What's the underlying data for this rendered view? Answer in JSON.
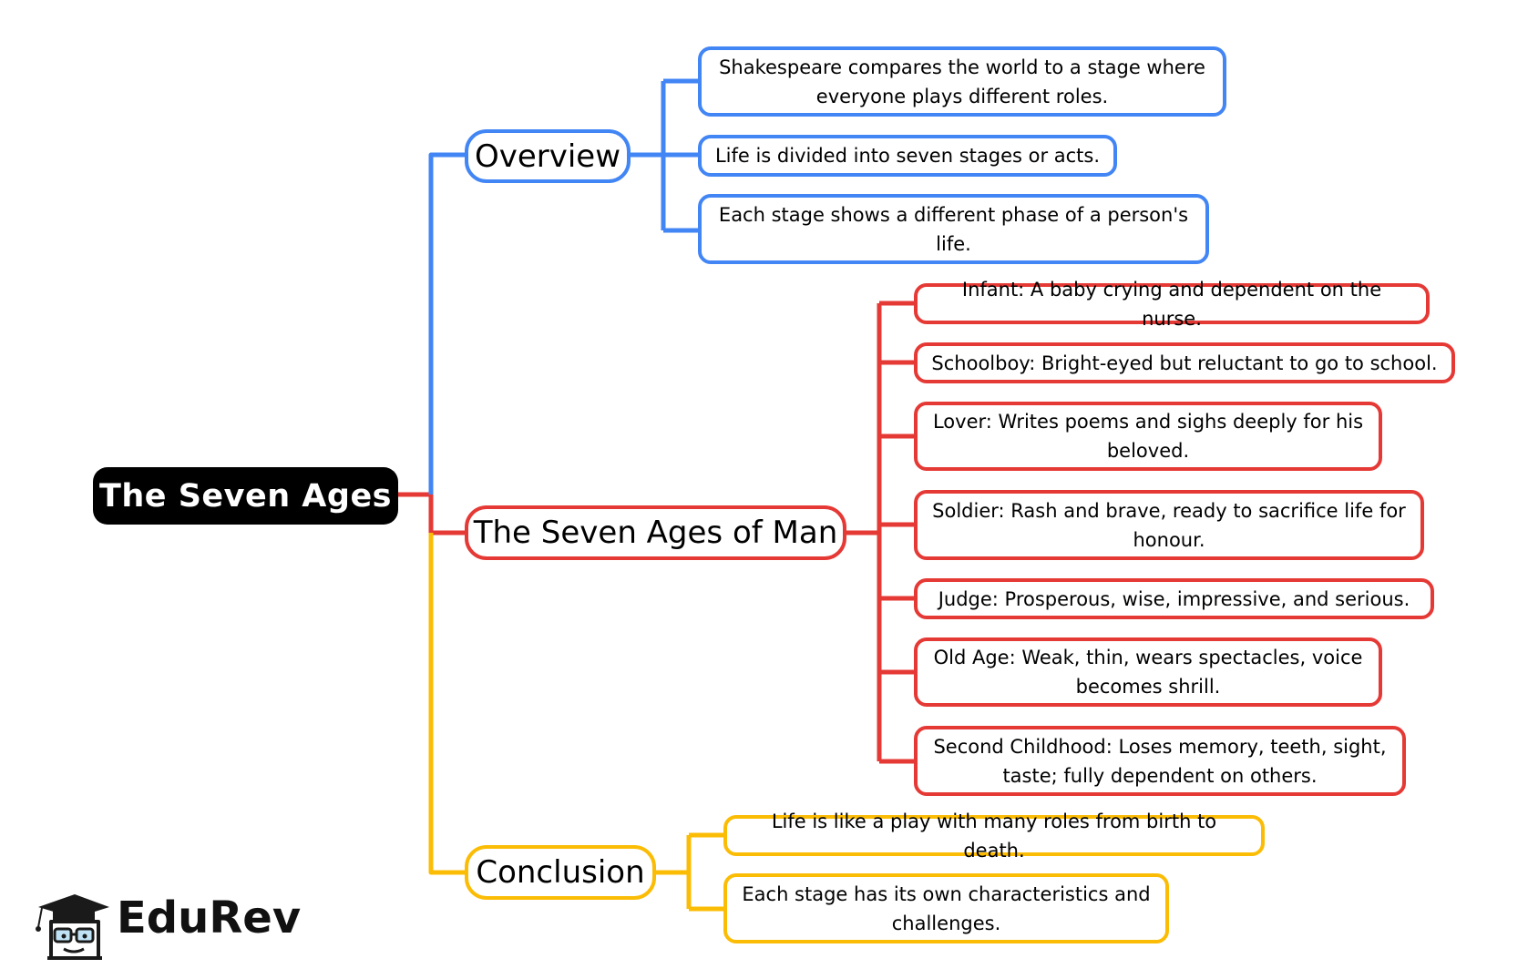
{
  "root": {
    "label": "The Seven Ages"
  },
  "colors": {
    "overview": "#4285f4",
    "ages": "#e53935",
    "conclusion": "#fbbc05",
    "root": "#000000"
  },
  "overview": {
    "label": "Overview",
    "items": [
      "Shakespeare compares the world to a stage where everyone plays different roles.",
      "Life is divided into seven stages or acts.",
      "Each stage shows a different phase of a person's life."
    ]
  },
  "ages": {
    "label": "The Seven Ages of Man",
    "items": [
      "Infant: A baby crying and dependent on the nurse.",
      "Schoolboy: Bright-eyed but reluctant to go to school.",
      "Lover: Writes poems and sighs deeply for his beloved.",
      "Soldier: Rash and brave, ready to sacrifice life for honour.",
      "Judge: Prosperous, wise, impressive, and serious.",
      "Old Age: Weak, thin, wears spectacles, voice becomes shrill.",
      "Second Childhood: Loses memory, teeth, sight, taste; fully dependent on others."
    ]
  },
  "conclusion": {
    "label": "Conclusion",
    "items": [
      "Life is like a play with many roles from birth to death.",
      "Each stage has its own characteristics and challenges."
    ]
  },
  "brand": {
    "name": "EduRev",
    "icon": "graduation-cap-mascot-icon"
  }
}
